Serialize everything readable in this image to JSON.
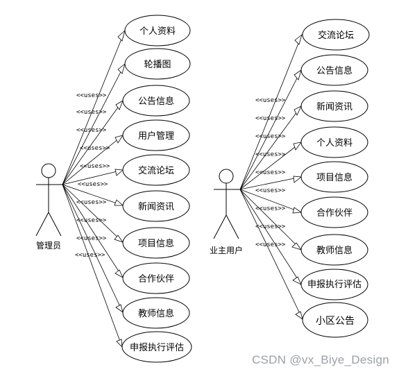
{
  "actors": [
    {
      "id": "admin",
      "label": "管理员",
      "stereotype": "<<uses>>",
      "use_cases": [
        "个人资料",
        "轮播图",
        "公告信息",
        "用户管理",
        "交流论坛",
        "新闻资讯",
        "项目信息",
        "合作伙伴",
        "教师信息",
        "申报执行评估"
      ]
    },
    {
      "id": "owner",
      "label": "业主用户",
      "stereotype": "<<uses>>",
      "use_cases": [
        "交流论坛",
        "公告信息",
        "新闻资讯",
        "个人资料",
        "项目信息",
        "合作伙伴",
        "教师信息",
        "申报执行评估",
        "小区公告"
      ]
    }
  ],
  "watermark": "CSDN @vx_Biye_Design"
}
